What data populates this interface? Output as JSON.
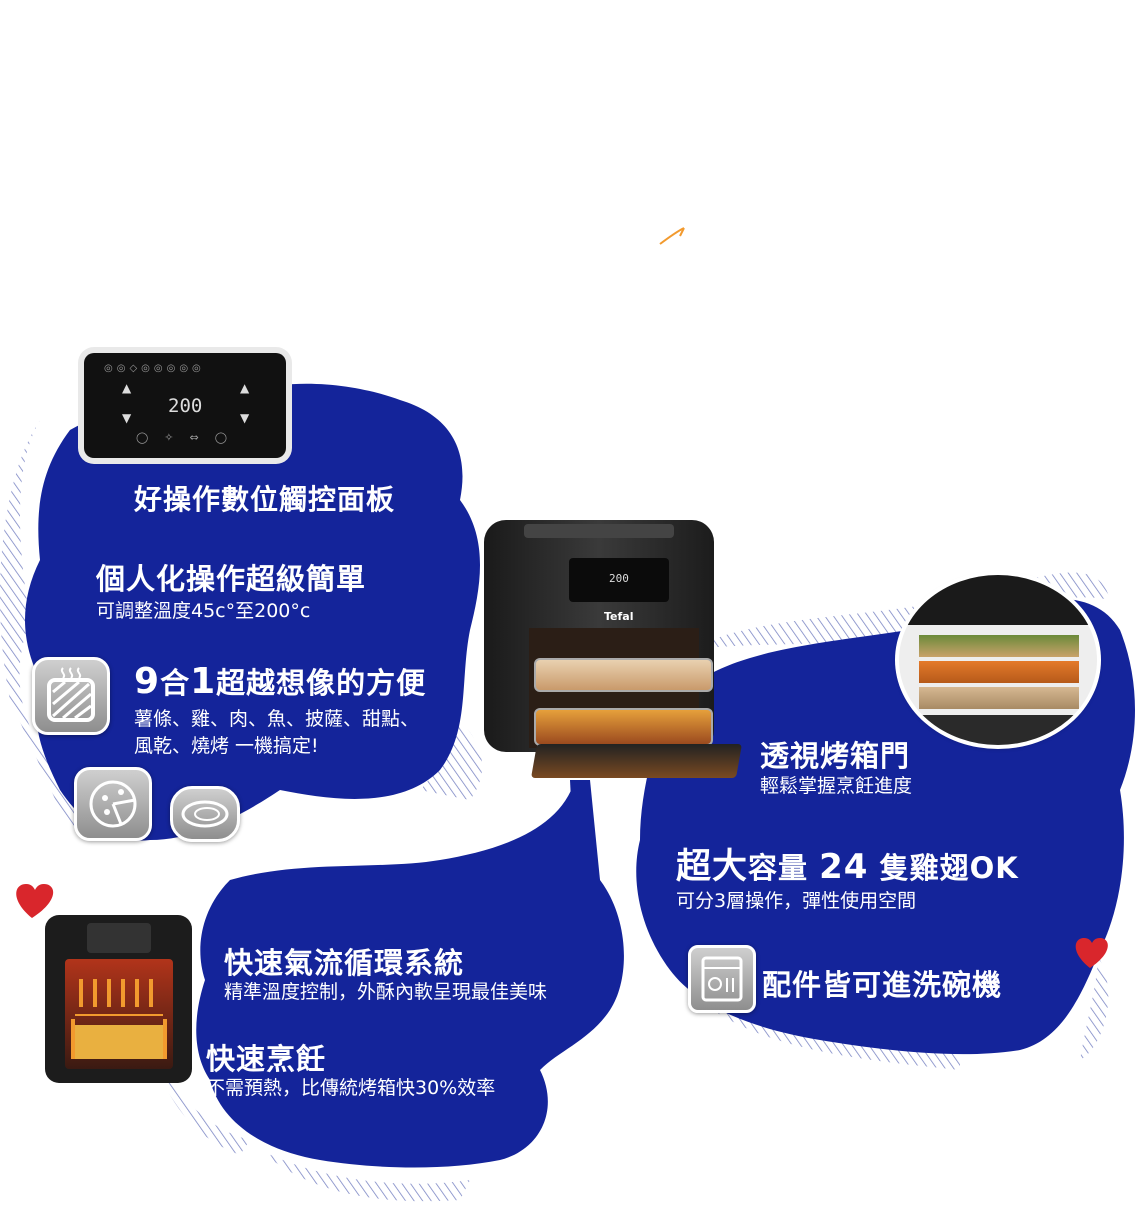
{
  "features": {
    "touch_panel": {
      "title": "好操作數位觸控面板",
      "display": "200"
    },
    "personal": {
      "title": "個人化操作超級簡單",
      "subtitle": "可調整溫度45c°至200°c"
    },
    "nine_in_one": {
      "title_num1": "9",
      "title_mid": "合",
      "title_num2": "1",
      "title_rest": "超越想像的方便",
      "line1": "薯條、雞、肉、魚、披薩、甜點、",
      "line2": "風乾、燒烤 一機搞定!"
    },
    "window_door": {
      "title": "透視烤箱門",
      "subtitle": "輕鬆掌握烹飪進度"
    },
    "capacity": {
      "title_big": "超大",
      "title_mid": "容量",
      "title_num": "24",
      "title_rest": "隻雞翅OK",
      "subtitle": "可分3層操作，彈性使用空間"
    },
    "dishwasher": {
      "title": "配件皆可進洗碗機"
    },
    "airflow": {
      "title": "快速氣流循環系統",
      "subtitle": "精準溫度控制，外酥內軟呈現最佳美味"
    },
    "fast_cook": {
      "title": "快速烹飪",
      "subtitle": "不需預熱，比傳統烤箱快30%效率"
    }
  },
  "product": {
    "brand": "Tefal",
    "display": "200"
  },
  "colors": {
    "blob": "#14249a",
    "heart": "#d9262c",
    "accent": "#f29a2e"
  }
}
